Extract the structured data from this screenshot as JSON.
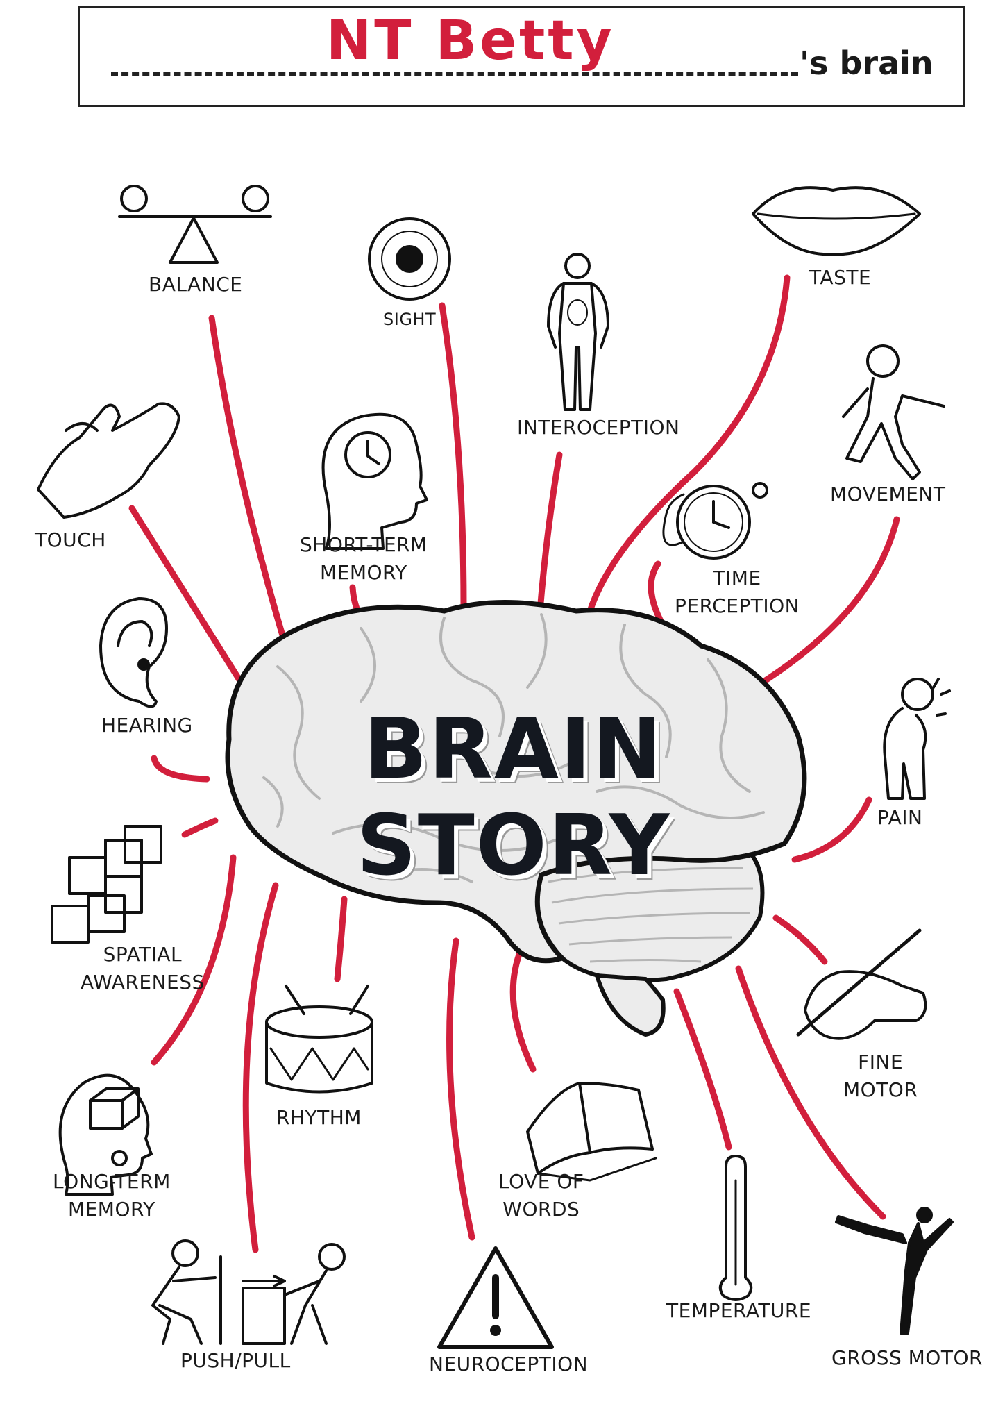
{
  "header": {
    "name": "NT Betty",
    "suffix": "'s brain"
  },
  "center": {
    "title": "BRAIN STORY"
  },
  "colors": {
    "accent": "#d21f3c",
    "ink": "#1a1a1a",
    "brain_fill": "#ececec",
    "brain_detail": "#b5b5b5"
  },
  "senses": [
    {
      "id": "balance",
      "label": [
        "BALANCE"
      ],
      "icon": "balance-scale-icon"
    },
    {
      "id": "sight",
      "label": [
        "SIGHT"
      ],
      "icon": "eye-iris-icon"
    },
    {
      "id": "interoception",
      "label": [
        "INTEROCEPTION"
      ],
      "icon": "anatomy-body-icon"
    },
    {
      "id": "taste",
      "label": [
        "TASTE"
      ],
      "icon": "lips-icon"
    },
    {
      "id": "touch",
      "label": [
        "TOUCH"
      ],
      "icon": "hand-icon"
    },
    {
      "id": "short-term-memory",
      "label": [
        "SHORT-TERM",
        "MEMORY"
      ],
      "icon": "head-clock-icon"
    },
    {
      "id": "movement",
      "label": [
        "MOVEMENT"
      ],
      "icon": "walking-person-icon"
    },
    {
      "id": "time-perception",
      "label": [
        "TIME",
        "PERCEPTION"
      ],
      "icon": "pocket-watch-icon"
    },
    {
      "id": "hearing",
      "label": [
        "HEARING"
      ],
      "icon": "ear-icon"
    },
    {
      "id": "pain",
      "label": [
        "PAIN"
      ],
      "icon": "person-in-pain-icon"
    },
    {
      "id": "spatial-awareness",
      "label": [
        "SPATIAL",
        "AWARENESS"
      ],
      "icon": "stacked-cubes-icon"
    },
    {
      "id": "rhythm",
      "label": [
        "RHYTHM"
      ],
      "icon": "drum-icon"
    },
    {
      "id": "fine-motor",
      "label": [
        "FINE",
        "MOTOR"
      ],
      "icon": "hand-writing-icon"
    },
    {
      "id": "long-term-memory",
      "label": [
        "LONG-TERM",
        "MEMORY"
      ],
      "icon": "head-box-icon"
    },
    {
      "id": "love-of-words",
      "label": [
        "LOVE OF",
        "WORDS"
      ],
      "icon": "open-book-icon"
    },
    {
      "id": "push-pull",
      "label": [
        "PUSH/PULL"
      ],
      "icon": "push-pull-figures-icon"
    },
    {
      "id": "neuroception",
      "label": [
        "NEUROCEPTION"
      ],
      "icon": "warning-triangle-icon"
    },
    {
      "id": "temperature",
      "label": [
        "TEMPERATURE"
      ],
      "icon": "thermometer-icon"
    },
    {
      "id": "gross-motor",
      "label": [
        "GROSS MOTOR"
      ],
      "icon": "dancer-icon"
    }
  ]
}
